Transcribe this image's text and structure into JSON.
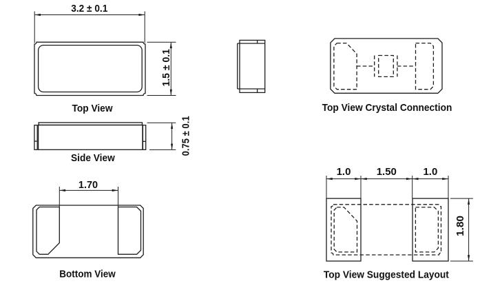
{
  "drawing": {
    "background_color": "#ffffff",
    "line_color": "#1c1c1c",
    "text_color": "#111111",
    "views": {
      "top": {
        "label": "Top View",
        "width_dim": "3.2 ± 0.1",
        "height_dim": "1.5 ± 0.1"
      },
      "side": {
        "label": "Side View",
        "height_dim": "0.75 ± 0.1"
      },
      "bottom": {
        "label": "Bottom View",
        "pad_gap_dim": "1.70"
      },
      "crystal_connection": {
        "label": "Top View Crystal Connection"
      },
      "suggested_layout": {
        "label": "Top View Suggested Layout",
        "left_pad_width_dim": "1.0",
        "pad_gap_dim": "1.50",
        "right_pad_width_dim": "1.0",
        "height_dim": "1.80"
      }
    }
  }
}
